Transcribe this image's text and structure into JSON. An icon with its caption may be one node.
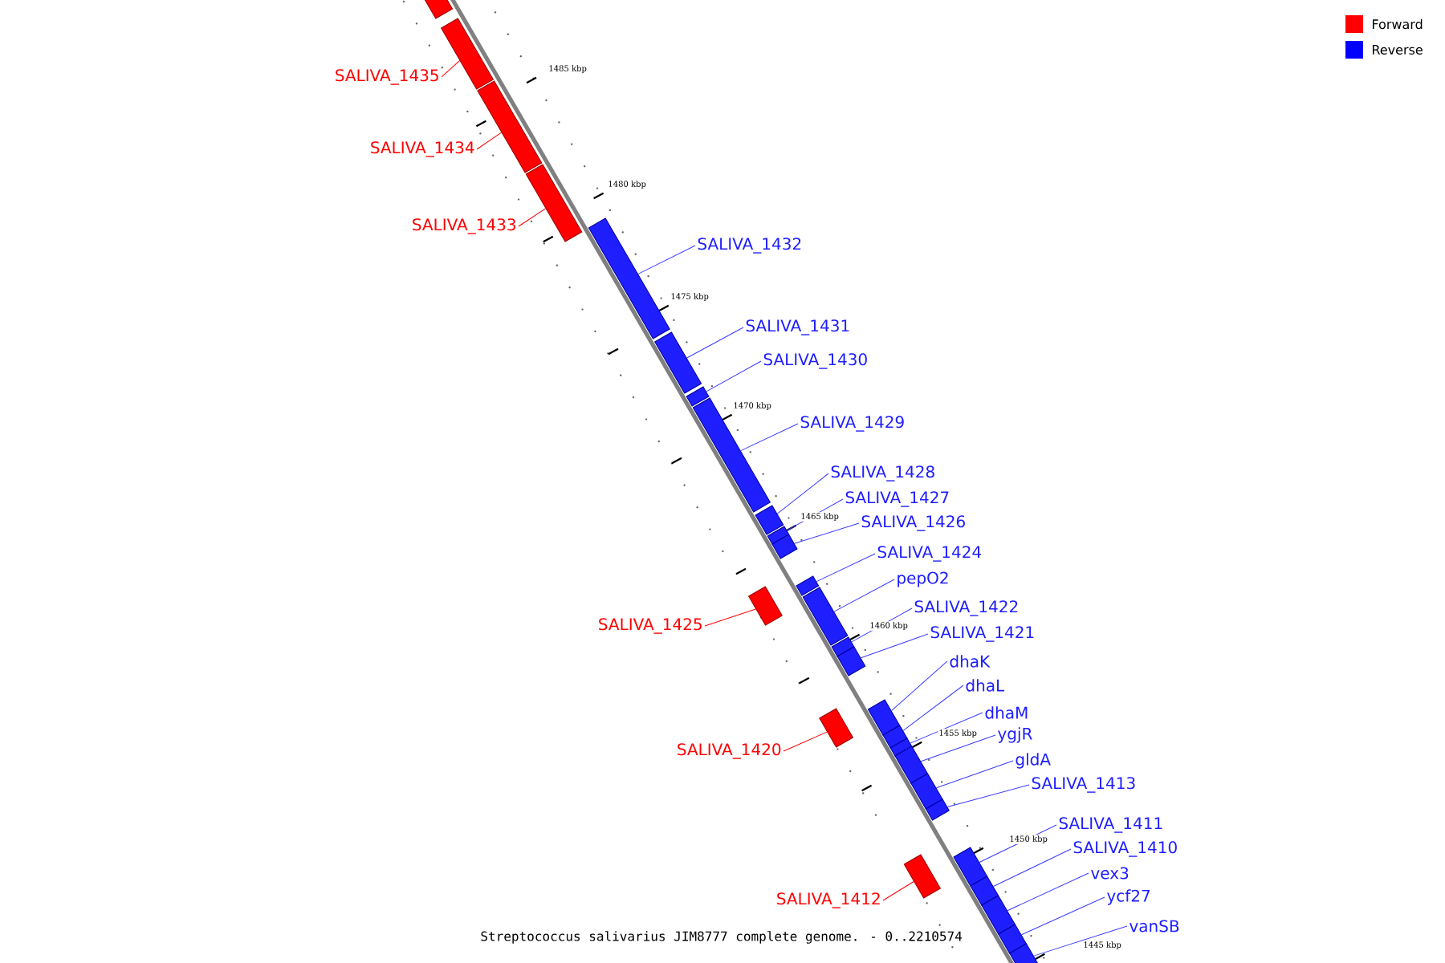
{
  "diagram": {
    "caption": "Streptococcus salivarius JIM8777 complete genome. - 0..2210574",
    "nodes": [
      {
        "text": [],
        "shape": "bar"
      },
      {
        "text": [
          "SALIVA_1435"
        ]
      },
      {
        "text": [],
        "shape": "bar"
      },
      {
        "text": [
          "SALIVA_1434"
        ]
      },
      {
        "text": [],
        "shape": "bar"
      },
      {
        "text": [
          "SALIVA_1433"
        ]
      },
      {
        "text": [],
        "shape": "bar"
      },
      {
        "text": [
          "SALIVA_1432"
        ]
      },
      {
        "text": [],
        "shape": "bar"
      },
      {
        "text": [
          "SALIVA_1431"
        ]
      },
      {
        "text": [],
        "shape": "bar"
      },
      {
        "text": [
          "SALIVA_1430"
        ]
      },
      {
        "text": [],
        "shape": "bar"
      },
      {
        "text": [
          "SALIVA_1429"
        ]
      },
      {
        "text": [],
        "shape": "bar"
      },
      {
        "text": [
          "SALIVA_1428"
        ]
      },
      {
        "text": [],
        "shape": "bar"
      },
      {
        "text": [
          "SALIVA_1427"
        ]
      },
      {
        "text": [],
        "shape": "bar"
      },
      {
        "text": [
          "SALIVA_1426"
        ]
      },
      {
        "text": [],
        "shape": "bar"
      },
      {
        "text": [
          "SALIVA_1425"
        ]
      },
      {
        "text": [],
        "shape": "bar"
      },
      {
        "text": [
          "SALIVA_1424"
        ]
      },
      {
        "text": [],
        "shape": "bar"
      },
      {
        "text": [
          "pepO2"
        ]
      },
      {
        "text": [],
        "shape": "bar"
      },
      {
        "text": [
          "SALIVA_1422"
        ]
      },
      {
        "text": [],
        "shape": "bar"
      },
      {
        "text": [
          "SALIVA_1421"
        ]
      },
      {
        "text": [],
        "shape": "bar"
      },
      {
        "text": [
          "SALIVA_1420"
        ]
      },
      {
        "text": [],
        "shape": "bar"
      },
      {
        "text": [
          "dhaK"
        ]
      },
      {
        "text": [],
        "shape": "bar"
      },
      {
        "text": [
          "dhaL"
        ]
      },
      {
        "text": [],
        "shape": "bar"
      },
      {
        "text": [
          "dhaM"
        ]
      },
      {
        "text": [],
        "shape": "bar"
      },
      {
        "text": [
          "ygjR"
        ]
      },
      {
        "text": [],
        "shape": "bar"
      },
      {
        "text": [
          "gldA"
        ]
      },
      {
        "text": [],
        "shape": "bar"
      },
      {
        "text": [
          "SALIVA_1413"
        ]
      },
      {
        "text": [],
        "shape": "bar"
      },
      {
        "text": [
          "SALIVA_1412"
        ]
      },
      {
        "text": [],
        "shape": "bar"
      },
      {
        "text": [
          "SALIVA_1411"
        ]
      },
      {
        "text": [],
        "shape": "bar"
      },
      {
        "text": [
          "SALIVA_1410"
        ]
      },
      {
        "text": [],
        "shape": "bar"
      },
      {
        "text": [
          "vex3"
        ]
      },
      {
        "text": [],
        "shape": "bar"
      },
      {
        "text": [
          "ycf27"
        ]
      },
      {
        "text": [],
        "shape": "bar"
      },
      {
        "text": [
          "vanSB"
        ]
      },
      {
        "text": [],
        "shape": "bar"
      }
    ],
    "edges": [
      {
        "from": 1,
        "to": 2,
        "arrow": "none",
        "color": "#ff0000"
      },
      {
        "from": 3,
        "to": 4,
        "arrow": "none",
        "color": "#ff0000"
      },
      {
        "from": 5,
        "to": 6,
        "arrow": "none",
        "color": "#ff0000"
      },
      {
        "from": 7,
        "to": 8,
        "arrow": "none"
      },
      {
        "from": 9,
        "to": 10,
        "arrow": "none"
      },
      {
        "from": 11,
        "to": 12,
        "arrow": "none"
      },
      {
        "from": 13,
        "to": 14,
        "arrow": "none"
      },
      {
        "from": 15,
        "to": 16,
        "arrow": "none"
      },
      {
        "from": 17,
        "to": 18,
        "arrow": "none"
      },
      {
        "from": 19,
        "to": 20,
        "arrow": "none"
      },
      {
        "from": 21,
        "to": 22,
        "arrow": "none",
        "color": "#ff0000"
      },
      {
        "from": 23,
        "to": 24,
        "arrow": "none"
      },
      {
        "from": 25,
        "to": 26,
        "arrow": "none"
      },
      {
        "from": 27,
        "to": 28,
        "arrow": "none"
      },
      {
        "from": 29,
        "to": 30,
        "arrow": "none"
      },
      {
        "from": 31,
        "to": 32,
        "arrow": "none",
        "color": "#ff0000"
      },
      {
        "from": 33,
        "to": 34,
        "arrow": "none"
      },
      {
        "from": 35,
        "to": 36,
        "arrow": "none"
      },
      {
        "from": 37,
        "to": 38,
        "arrow": "none"
      },
      {
        "from": 39,
        "to": 40,
        "arrow": "none"
      },
      {
        "from": 41,
        "to": 42,
        "arrow": "none"
      },
      {
        "from": 43,
        "to": 44,
        "arrow": "none"
      },
      {
        "from": 45,
        "to": 46,
        "arrow": "none",
        "color": "#ff0000"
      },
      {
        "from": 47,
        "to": 48,
        "arrow": "none"
      },
      {
        "from": 49,
        "to": 50,
        "arrow": "none"
      },
      {
        "from": 51,
        "to": 52,
        "arrow": "none"
      },
      {
        "from": 53,
        "to": 54,
        "arrow": "none"
      },
      {
        "from": 55,
        "to": 56,
        "arrow": "none"
      }
    ],
    "labels": [
      "1485 kbp",
      "1480 kbp",
      "1475 kbp",
      "1470 kbp",
      "1465 kbp",
      "1460 kbp",
      "1455 kbp",
      "1450 kbp",
      "1445 kbp"
    ],
    "legend": [
      {
        "text": "Forward",
        "color": "#ff0000"
      },
      {
        "text": "Reverse",
        "color": "#0000ff"
      }
    ]
  }
}
